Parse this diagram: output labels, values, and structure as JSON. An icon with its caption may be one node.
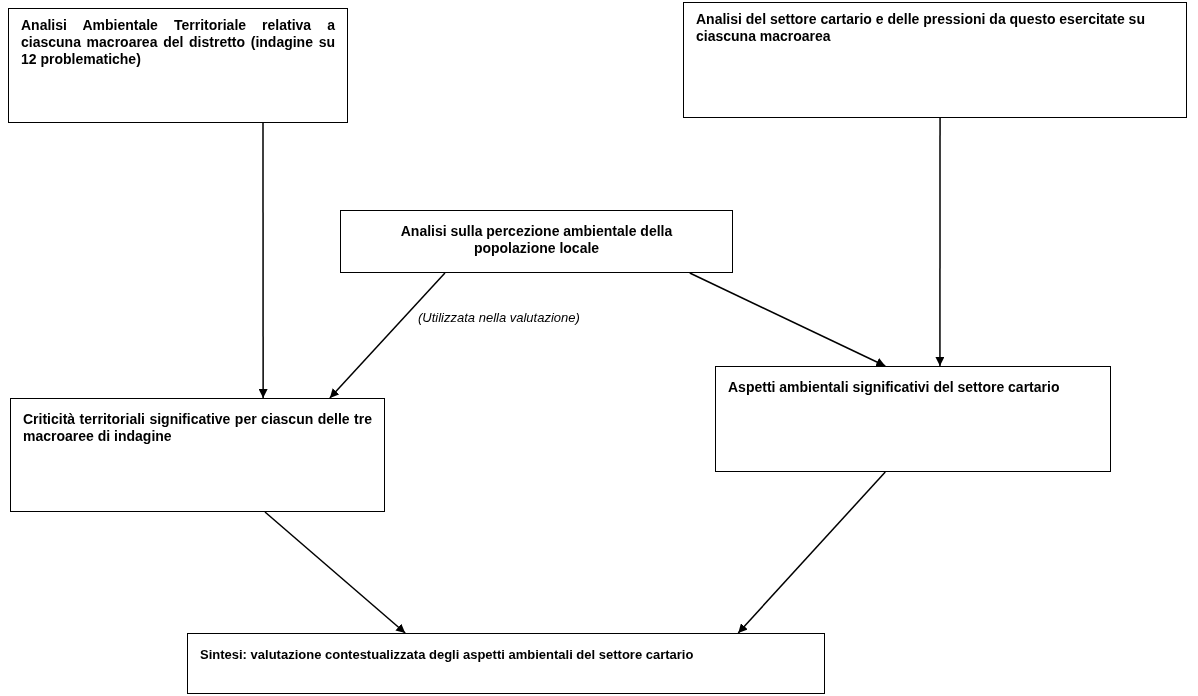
{
  "diagram": {
    "nodes": [
      {
        "text": [
          "Analisi Ambientale Territoriale relativa a ciascuna macroarea del distretto (indagine su 12 problematiche)"
        ]
      },
      {
        "text": [
          "Analisi del settore cartario e delle pressioni da questo esercitate su ciascuna macroarea"
        ]
      },
      {
        "text": [
          "Analisi sulla percezione ambientale della popolazione locale"
        ]
      },
      {
        "text": [
          "Criticità territoriali significative per ciascun delle tre macroaree di indagine"
        ]
      },
      {
        "text": [
          "Aspetti ambientali significativi del settore cartario"
        ]
      },
      {
        "text": [
          "Sintesi: valutazione contestualizzata degli aspetti ambientali del settore cartario"
        ]
      }
    ],
    "edges": [
      {
        "from": 0,
        "to": 3,
        "arrow": "to"
      },
      {
        "from": 1,
        "to": 4,
        "arrow": "to"
      },
      {
        "from": 2,
        "to": 3,
        "arrow": "to"
      },
      {
        "from": 2,
        "to": 4,
        "arrow": "to"
      },
      {
        "from": 3,
        "to": 5,
        "arrow": "to"
      },
      {
        "from": 4,
        "to": 5,
        "arrow": "to"
      }
    ],
    "labels": [
      "(Utilizzata nella valutazione)"
    ]
  }
}
